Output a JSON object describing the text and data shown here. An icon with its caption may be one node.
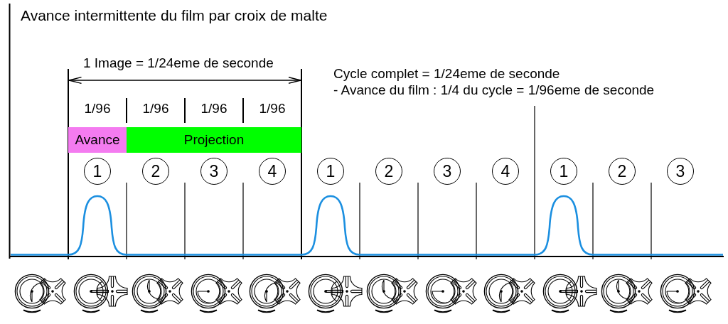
{
  "diagram": {
    "title": "Avance intermittente du film par croix de malte",
    "nodes": [
      {
        "text": [
          "Avance"
        ]
      },
      {
        "text": [
          "Projection"
        ]
      },
      {
        "text": [
          "1"
        ]
      },
      {
        "text": [
          "2"
        ]
      },
      {
        "text": [
          "3"
        ]
      },
      {
        "text": [
          "4"
        ]
      },
      {
        "text": [
          "1"
        ]
      },
      {
        "text": [
          "2"
        ]
      },
      {
        "text": [
          "3"
        ]
      },
      {
        "text": [
          "4"
        ]
      },
      {
        "text": [
          "1"
        ]
      },
      {
        "text": [
          "2"
        ]
      },
      {
        "text": [
          "3"
        ]
      }
    ],
    "labels": [
      "1 Image = 1/24eme de seconde",
      "Cycle complet = 1/24eme de seconde",
      "- Avance du film : 1/4 du cycle = 1/96eme de seconde",
      "1/96",
      "1/96",
      "1/96",
      "1/96"
    ]
  }
}
